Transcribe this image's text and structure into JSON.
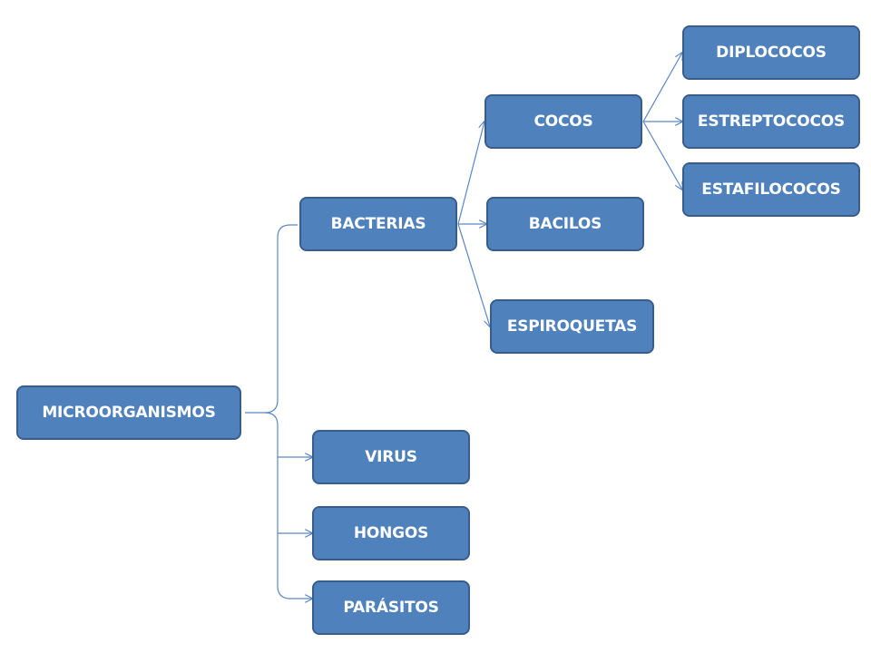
{
  "colors": {
    "node_fill": "#4f81bd",
    "node_border": "#385d8a",
    "node_text": "#ffffff",
    "connector": "#5a86c4"
  },
  "nodes": {
    "microorganismos": "MICROORGANISMOS",
    "bacterias": "BACTERIAS",
    "virus": "VIRUS",
    "hongos": "HONGOS",
    "parasitos": "PARÁSITOS",
    "cocos": "COCOS",
    "bacilos": "BACILOS",
    "espiroquetas": "ESPIROQUETAS",
    "diplococos": "DIPLOCOCOS",
    "estreptococos": "ESTREPTOCOCOS",
    "estafilococos": "ESTAFILOCOCOS"
  },
  "hierarchy": [
    {
      "parent": "microorganismos",
      "children": [
        "bacterias",
        "virus",
        "hongos",
        "parasitos"
      ]
    },
    {
      "parent": "bacterias",
      "children": [
        "cocos",
        "bacilos",
        "espiroquetas"
      ]
    },
    {
      "parent": "cocos",
      "children": [
        "diplococos",
        "estreptococos",
        "estafilococos"
      ]
    }
  ]
}
